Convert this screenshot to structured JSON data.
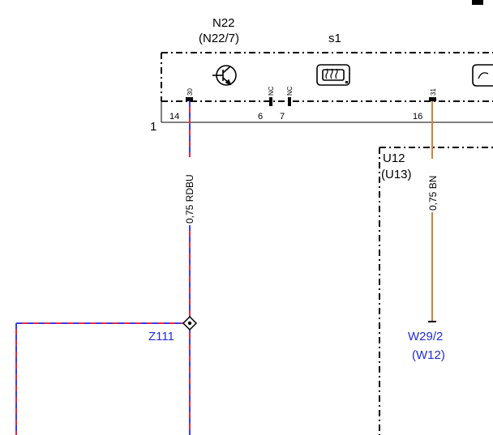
{
  "component_main": {
    "ref": "N22",
    "alt_ref": "(N22/7)",
    "switch_ref": "s1"
  },
  "pins": {
    "pin14_label": "14",
    "pin30_label": "30",
    "pin6_label": "6",
    "pin6_nc": "NC",
    "pin7_label": "7",
    "pin7_nc": "NC",
    "pin16_label": "16",
    "pin31_label": "31"
  },
  "connector_number": "1",
  "component_sub": {
    "ref": "U12",
    "alt_ref": "(U13)"
  },
  "wires": {
    "left_label": "0,75 RDBU",
    "right_label": "0,75 BN"
  },
  "splice": {
    "ref": "Z111"
  },
  "ground": {
    "ref": "W29/2",
    "alt_ref": "(W12)"
  },
  "colors": {
    "wire_red": "#e8283c",
    "wire_blue": "#3a3df0",
    "wire_brown": "#d2823c",
    "link_blue": "#1f2bd6"
  },
  "icons": {
    "transistor": "transistor-icon",
    "heater": "rear-defroster-icon",
    "partial": "partial-symbol-icon"
  }
}
